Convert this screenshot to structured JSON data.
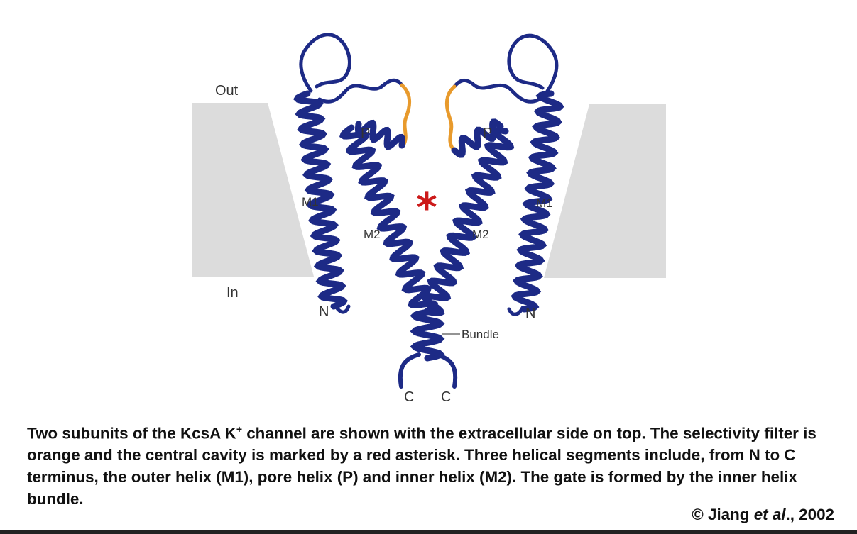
{
  "colors": {
    "helix": "#1d2a86",
    "helix_back": "#8a8a8a",
    "selectivity_filter": "#e89a2c",
    "cavity_marker": "#cc1a1a",
    "membrane": "#dcdcdc",
    "text": "#333333"
  },
  "labels": {
    "out": "Out",
    "in": "In",
    "left_p": "P",
    "right_p": "P",
    "left_m1": "M1",
    "right_m1": "M1",
    "left_m2": "M2",
    "right_m2": "M2",
    "left_n": "N",
    "right_n": "N",
    "bundle": "Bundle",
    "left_c": "C",
    "right_c": "C",
    "cavity_marker": "*"
  },
  "caption": {
    "line1_pre": "Two subunits of the KcsA K",
    "line1_sup": "+",
    "line1_post": " channel are shown with the extracellular side on top. The selectivity filter is orange and the central cavity is marked by a red asterisk. Three helical segments include, from N to C terminus, the outer helix (M1), pore helix (P) and inner helix (M2). The gate is formed by the inner helix bundle."
  },
  "credit": {
    "prefix": "© Jiang ",
    "etal": "et al",
    "suffix": "., 2002"
  }
}
